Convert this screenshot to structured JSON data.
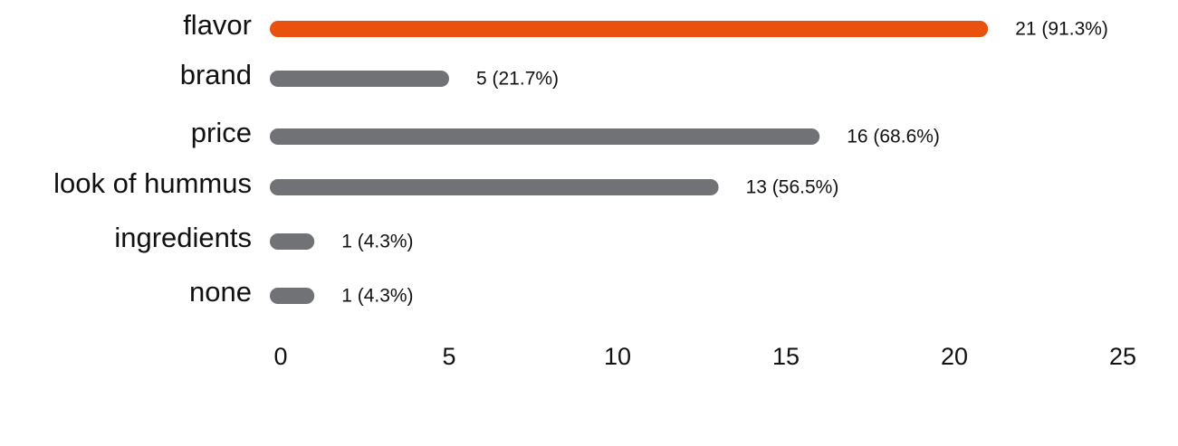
{
  "chart_data": {
    "type": "bar",
    "orientation": "horizontal",
    "categories": [
      "flavor",
      "brand",
      "price",
      "look of hummus",
      "ingredients",
      "none"
    ],
    "values": [
      21,
      5,
      16,
      13,
      1,
      1
    ],
    "value_labels": [
      "21 (91.3%)",
      "5 (21.7%)",
      "16 (68.6%)",
      "13 (56.5%)",
      "1 (4.3%)",
      "1 (4.3%)"
    ],
    "x_ticks": [
      "0",
      "5",
      "10",
      "15",
      "20",
      "25"
    ],
    "xlim": [
      0,
      25
    ],
    "grid": false,
    "colors": {
      "highlight": "#e8510e",
      "default": "#717276"
    },
    "highlight_index": 0
  }
}
